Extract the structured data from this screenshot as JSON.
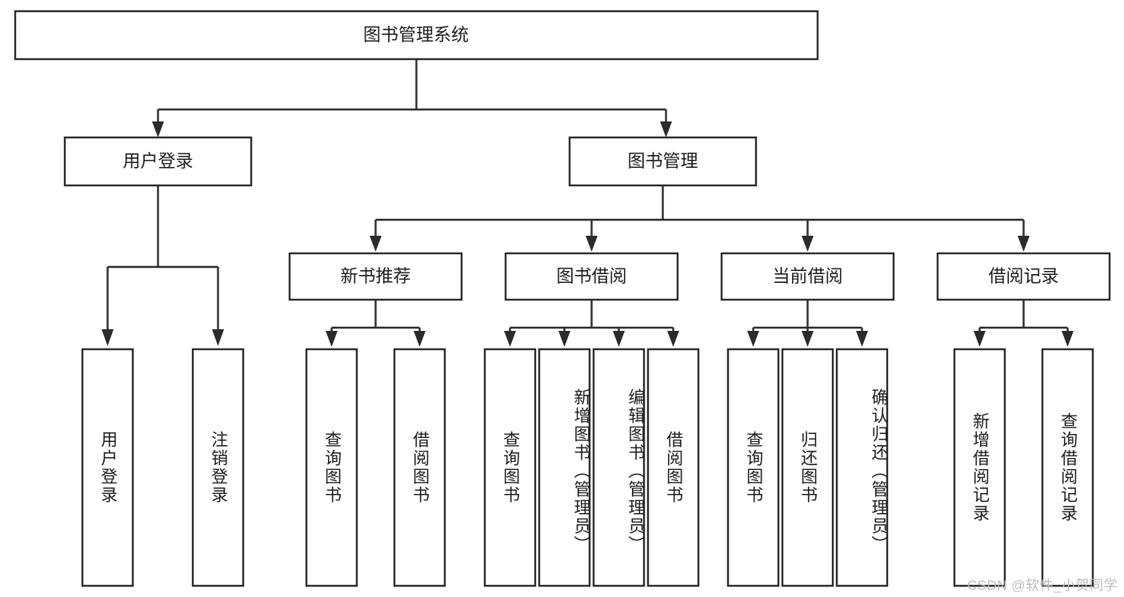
{
  "diagram": {
    "title": "图书管理系统",
    "type": "tree-hierarchy-diagram",
    "colors": {
      "stroke": "#2b2b2b",
      "fill": "#ffffff",
      "text": "#1c1c1c",
      "watermark": "#b9bcc0"
    },
    "root": {
      "label": "图书管理系统"
    },
    "level2": [
      {
        "label": "用户登录"
      },
      {
        "label": "图书管理"
      }
    ],
    "level3": [
      {
        "label": "新书推荐"
      },
      {
        "label": "图书借阅"
      },
      {
        "label": "当前借阅"
      },
      {
        "label": "借阅记录"
      }
    ],
    "leaves": {
      "user_login": [
        {
          "label": "用户登录"
        },
        {
          "label": "注销登录"
        }
      ],
      "new_book_recommend": [
        {
          "label": "查询图书"
        },
        {
          "label": "借阅图书"
        }
      ],
      "book_borrow": [
        {
          "label": "查询图书"
        },
        {
          "label": "新增图书（管理员）"
        },
        {
          "label": "编辑图书（管理员）"
        },
        {
          "label": "借阅图书"
        }
      ],
      "current_borrow": [
        {
          "label": "查询图书"
        },
        {
          "label": "归还图书"
        },
        {
          "label": "确认归还（管理员）"
        }
      ],
      "borrow_record": [
        {
          "label": "新增借阅记录"
        },
        {
          "label": "查询借阅记录"
        }
      ]
    }
  },
  "watermark": {
    "text": "CSDN @软件_小贺同学"
  }
}
